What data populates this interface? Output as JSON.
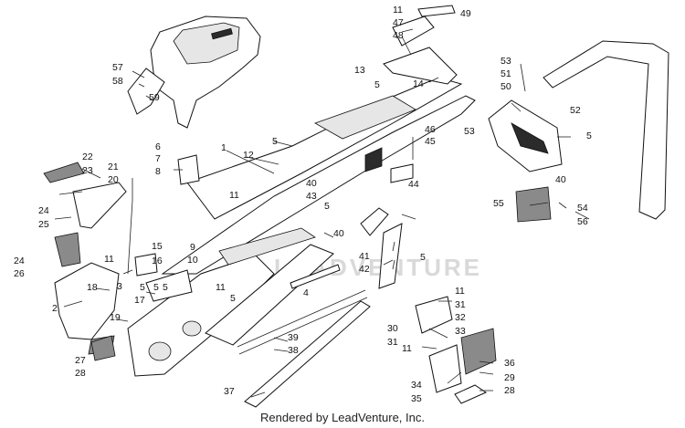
{
  "watermark": "LEADVENTURE",
  "footer": "Rendered by LeadVenture, Inc.",
  "callouts": [
    {
      "id": "l1",
      "text": "1"
    },
    {
      "id": "l2",
      "text": "2"
    },
    {
      "id": "l3",
      "text": "3"
    },
    {
      "id": "l4",
      "text": "4"
    },
    {
      "id": "l5a",
      "text": "5"
    },
    {
      "id": "l5b",
      "text": "5"
    },
    {
      "id": "l5c",
      "text": "5"
    },
    {
      "id": "l5d",
      "text": "5"
    },
    {
      "id": "l5e",
      "text": "5"
    },
    {
      "id": "l5f",
      "text": "5"
    },
    {
      "id": "l5g",
      "text": "5"
    },
    {
      "id": "l5h",
      "text": "5"
    },
    {
      "id": "l5i",
      "text": "5"
    },
    {
      "id": "l6",
      "text": "6"
    },
    {
      "id": "l7",
      "text": "7"
    },
    {
      "id": "l8",
      "text": "8"
    },
    {
      "id": "l9",
      "text": "9"
    },
    {
      "id": "l10",
      "text": "10"
    },
    {
      "id": "l11a",
      "text": "11"
    },
    {
      "id": "l11b",
      "text": "11"
    },
    {
      "id": "l11c",
      "text": "11"
    },
    {
      "id": "l11d",
      "text": "11"
    },
    {
      "id": "l11e",
      "text": "11"
    },
    {
      "id": "l11f",
      "text": "11"
    },
    {
      "id": "l12",
      "text": "12"
    },
    {
      "id": "l13",
      "text": "13"
    },
    {
      "id": "l14",
      "text": "14"
    },
    {
      "id": "l15",
      "text": "15"
    },
    {
      "id": "l16",
      "text": "16"
    },
    {
      "id": "l17",
      "text": "17"
    },
    {
      "id": "l18",
      "text": "18"
    },
    {
      "id": "l19",
      "text": "19"
    },
    {
      "id": "l20",
      "text": "20"
    },
    {
      "id": "l21",
      "text": "21"
    },
    {
      "id": "l22",
      "text": "22"
    },
    {
      "id": "l23",
      "text": "23"
    },
    {
      "id": "l24a",
      "text": "24"
    },
    {
      "id": "l24b",
      "text": "24"
    },
    {
      "id": "l25",
      "text": "25"
    },
    {
      "id": "l26",
      "text": "26"
    },
    {
      "id": "l27",
      "text": "27"
    },
    {
      "id": "l28a",
      "text": "28"
    },
    {
      "id": "l28b",
      "text": "28"
    },
    {
      "id": "l29",
      "text": "29"
    },
    {
      "id": "l30",
      "text": "30"
    },
    {
      "id": "l31a",
      "text": "31"
    },
    {
      "id": "l31b",
      "text": "31"
    },
    {
      "id": "l32",
      "text": "32"
    },
    {
      "id": "l33",
      "text": "33"
    },
    {
      "id": "l34",
      "text": "34"
    },
    {
      "id": "l35",
      "text": "35"
    },
    {
      "id": "l36",
      "text": "36"
    },
    {
      "id": "l37",
      "text": "37"
    },
    {
      "id": "l38",
      "text": "38"
    },
    {
      "id": "l39",
      "text": "39"
    },
    {
      "id": "l40a",
      "text": "40"
    },
    {
      "id": "l40b",
      "text": "40"
    },
    {
      "id": "l40c",
      "text": "40"
    },
    {
      "id": "l41",
      "text": "41"
    },
    {
      "id": "l42",
      "text": "42"
    },
    {
      "id": "l43",
      "text": "43"
    },
    {
      "id": "l44",
      "text": "44"
    },
    {
      "id": "l45",
      "text": "45"
    },
    {
      "id": "l46",
      "text": "46"
    },
    {
      "id": "l47",
      "text": "47"
    },
    {
      "id": "l48",
      "text": "48"
    },
    {
      "id": "l49",
      "text": "49"
    },
    {
      "id": "l50",
      "text": "50"
    },
    {
      "id": "l51",
      "text": "51"
    },
    {
      "id": "l52",
      "text": "52"
    },
    {
      "id": "l53a",
      "text": "53"
    },
    {
      "id": "l53b",
      "text": "53"
    },
    {
      "id": "l54",
      "text": "54"
    },
    {
      "id": "l55",
      "text": "55"
    },
    {
      "id": "l56",
      "text": "56"
    },
    {
      "id": "l57",
      "text": "57"
    },
    {
      "id": "l58",
      "text": "58"
    },
    {
      "id": "l59",
      "text": "59"
    }
  ]
}
